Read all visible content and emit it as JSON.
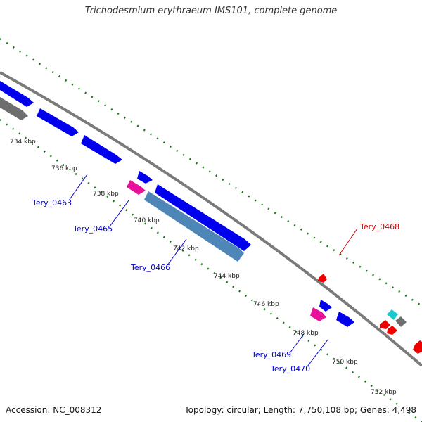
{
  "title": "Trichodesmium erythraeum IMS101, complete genome",
  "accession": "Accession: NC_008312",
  "topology": "Topology: circular; Length: 7,750,108 bp; Genes: 4,498",
  "ticks": [
    "734 kbp",
    "736 kbp",
    "738 kbp",
    "740 kbp",
    "742 kbp",
    "744 kbp",
    "746 kbp",
    "748 kbp",
    "750 kbp",
    "752 kbp"
  ],
  "gene_labels": [
    {
      "name": "Tery_0463",
      "color": "#0000cc"
    },
    {
      "name": "Tery_0465",
      "color": "#0000cc"
    },
    {
      "name": "Tery_0466",
      "color": "#0000cc"
    },
    {
      "name": "Tery_0468",
      "color": "#cc0000"
    },
    {
      "name": "Tery_0469",
      "color": "#0000cc"
    },
    {
      "name": "Tery_0470",
      "color": "#0000cc"
    }
  ],
  "colors": {
    "backbone": "#808080",
    "gc_dots": "#1a7a1a",
    "gene_blue": "#0000ee",
    "gene_steel": "#4f86b8",
    "gene_pink": "#e8129a",
    "gene_gray": "#6e6e6e",
    "gene_red": "#ee0000",
    "gene_cyan": "#18c8cc"
  }
}
